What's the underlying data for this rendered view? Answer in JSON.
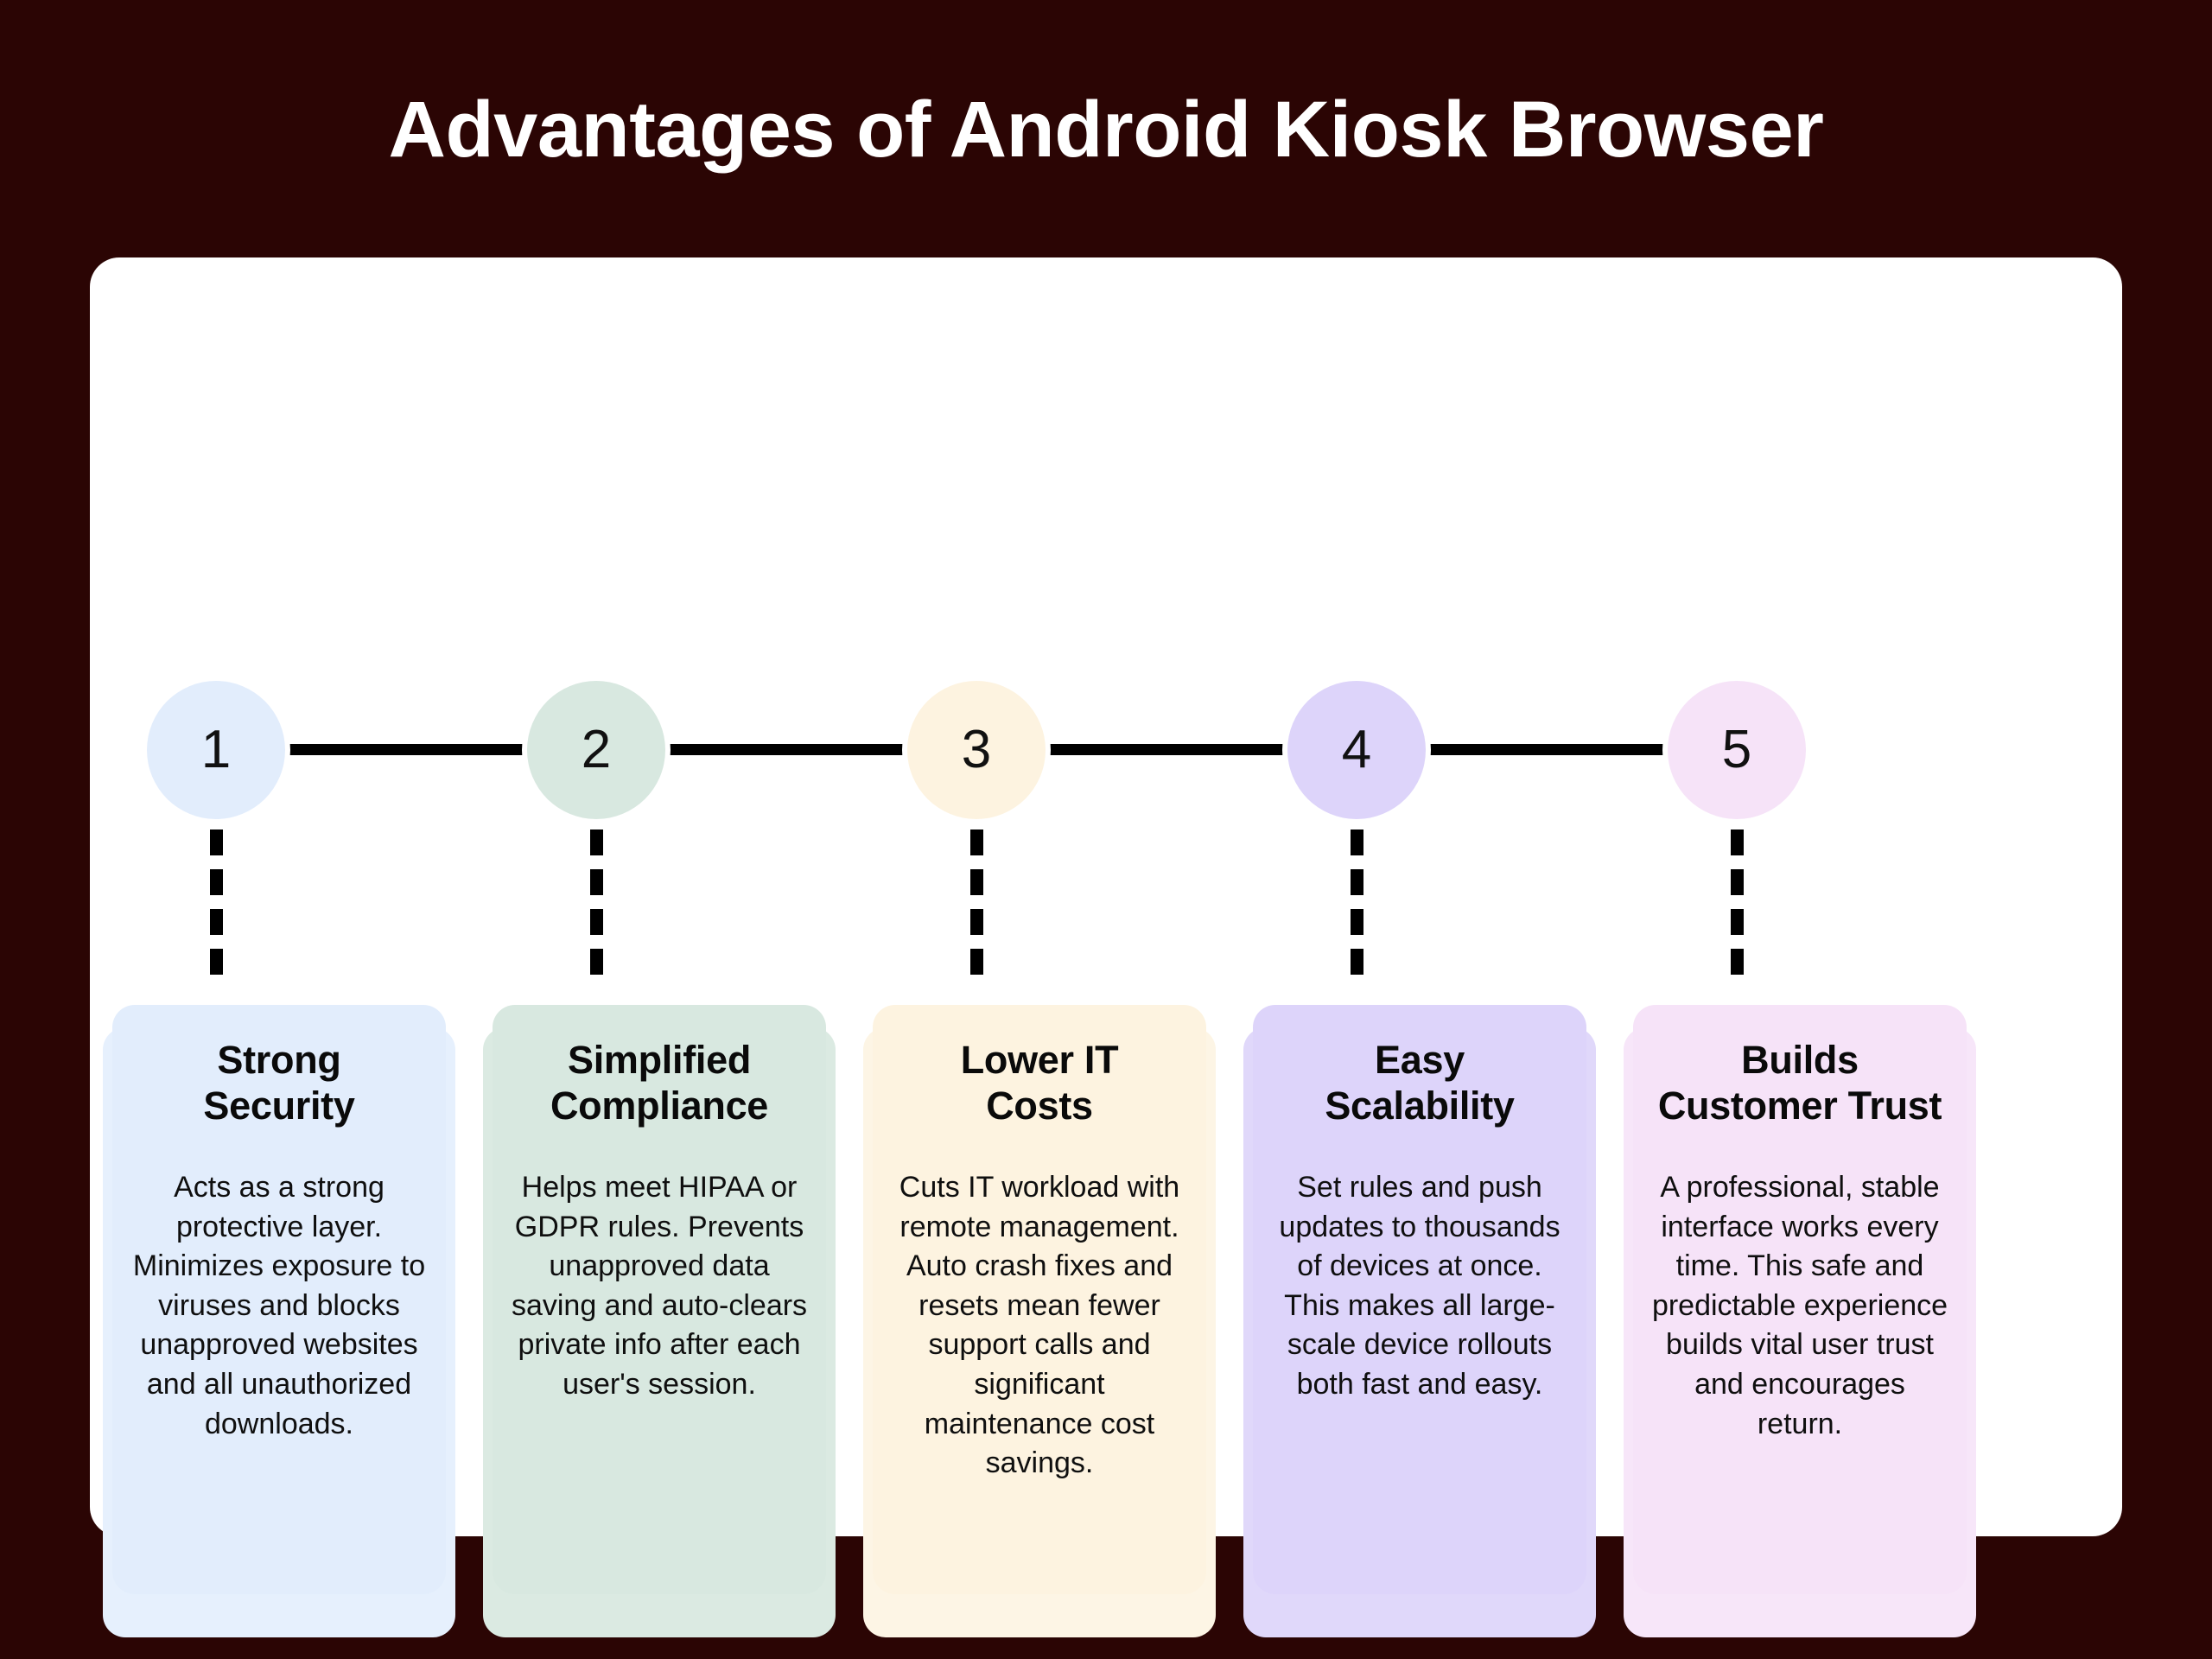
{
  "background_color": "#2b0504",
  "panel_color": "#ffffff",
  "header": {
    "title": "Advantages of Android Kiosk Browser"
  },
  "timeline": {
    "line_color": "#000000",
    "stem_style": "dashed",
    "steps": [
      {
        "number": "1",
        "circle_color": "#e2edfc"
      },
      {
        "number": "2",
        "circle_color": "#d8e8e0"
      },
      {
        "number": "3",
        "circle_color": "#fdf3e0"
      },
      {
        "number": "4",
        "circle_color": "#ddd4fa"
      },
      {
        "number": "5",
        "circle_color": "#f6e3f8"
      }
    ]
  },
  "cards": [
    {
      "title": "Strong\nSecurity",
      "body": "Acts as a strong protective layer. Minimizes exposure to viruses and blocks unapproved websites and all unauthorized downloads.",
      "front_color": "#e2edfc",
      "back_color": "#e6f0fd"
    },
    {
      "title": "Simplified\nCompliance",
      "body": "Helps meet HIPAA or GDPR rules. Prevents unapproved data saving and auto-clears private info after each user's session.",
      "front_color": "#d8e8e0",
      "back_color": "#dbeae2"
    },
    {
      "title": "Lower IT\nCosts",
      "body": "Cuts IT workload with remote management. Auto crash fixes and resets mean fewer support calls and significant maintenance cost savings.",
      "front_color": "#fdf3e0",
      "back_color": "#fdf5e5"
    },
    {
      "title": "Easy\nScalability",
      "body": "Set rules and push updates to thousands of devices at once. This makes all large-scale device rollouts both fast and easy.",
      "front_color": "#ddd4fa",
      "back_color": "#e0d8fa"
    },
    {
      "title": "Builds\nCustomer Trust",
      "body": "A professional, stable interface works every time. This safe and predictable experience builds vital user trust and encourages return.",
      "front_color": "#f6e3f8",
      "back_color": "#f7e6f9"
    }
  ]
}
